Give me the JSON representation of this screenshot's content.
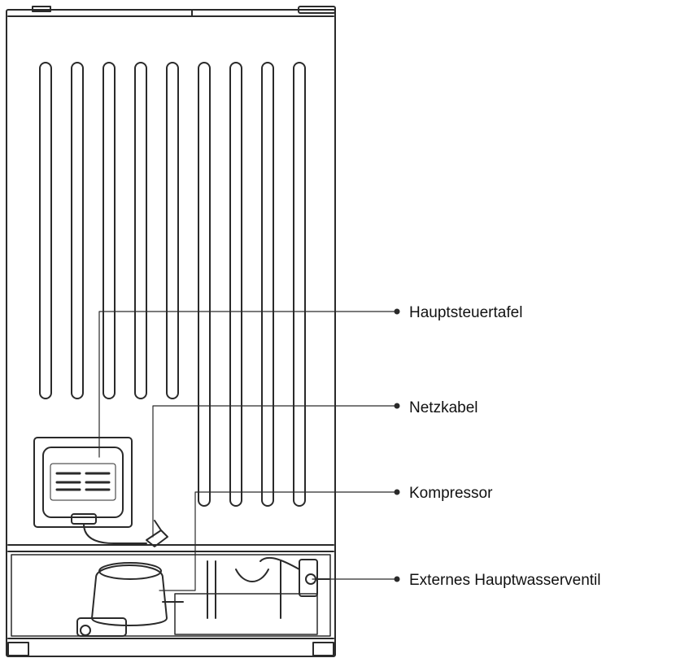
{
  "colors": {
    "line": "#2a2a2a",
    "background": "#ffffff"
  },
  "callouts": [
    {
      "key": "main_control_panel",
      "label": "Hauptsteuertafel"
    },
    {
      "key": "power_cable",
      "label": "Netzkabel"
    },
    {
      "key": "compressor",
      "label": "Kompressor"
    },
    {
      "key": "external_water_valve",
      "label": "Externes Hauptwasserventil"
    }
  ]
}
